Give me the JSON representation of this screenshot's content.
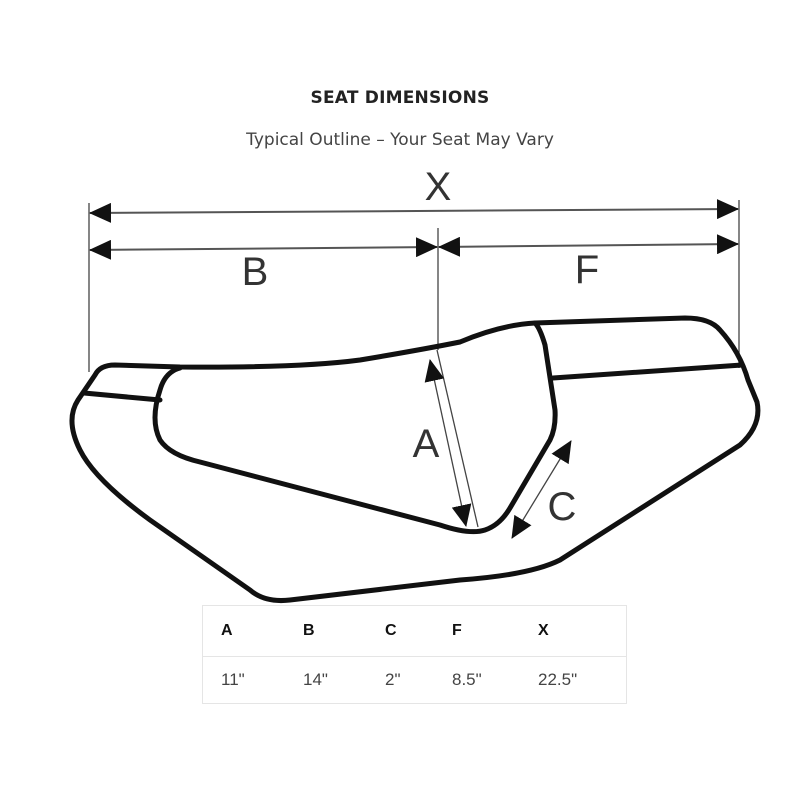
{
  "header": {
    "title": "SEAT DIMENSIONS",
    "subtitle": "Typical Outline – Your Seat May Vary"
  },
  "diagram": {
    "labels": {
      "x": "X",
      "b": "B",
      "f": "F",
      "a": "A",
      "c": "C"
    }
  },
  "table": {
    "columns": [
      "A",
      "B",
      "C",
      "F",
      "X"
    ],
    "values": [
      "11\"",
      "14\"",
      "2\"",
      "8.5\"",
      "22.5\""
    ]
  }
}
